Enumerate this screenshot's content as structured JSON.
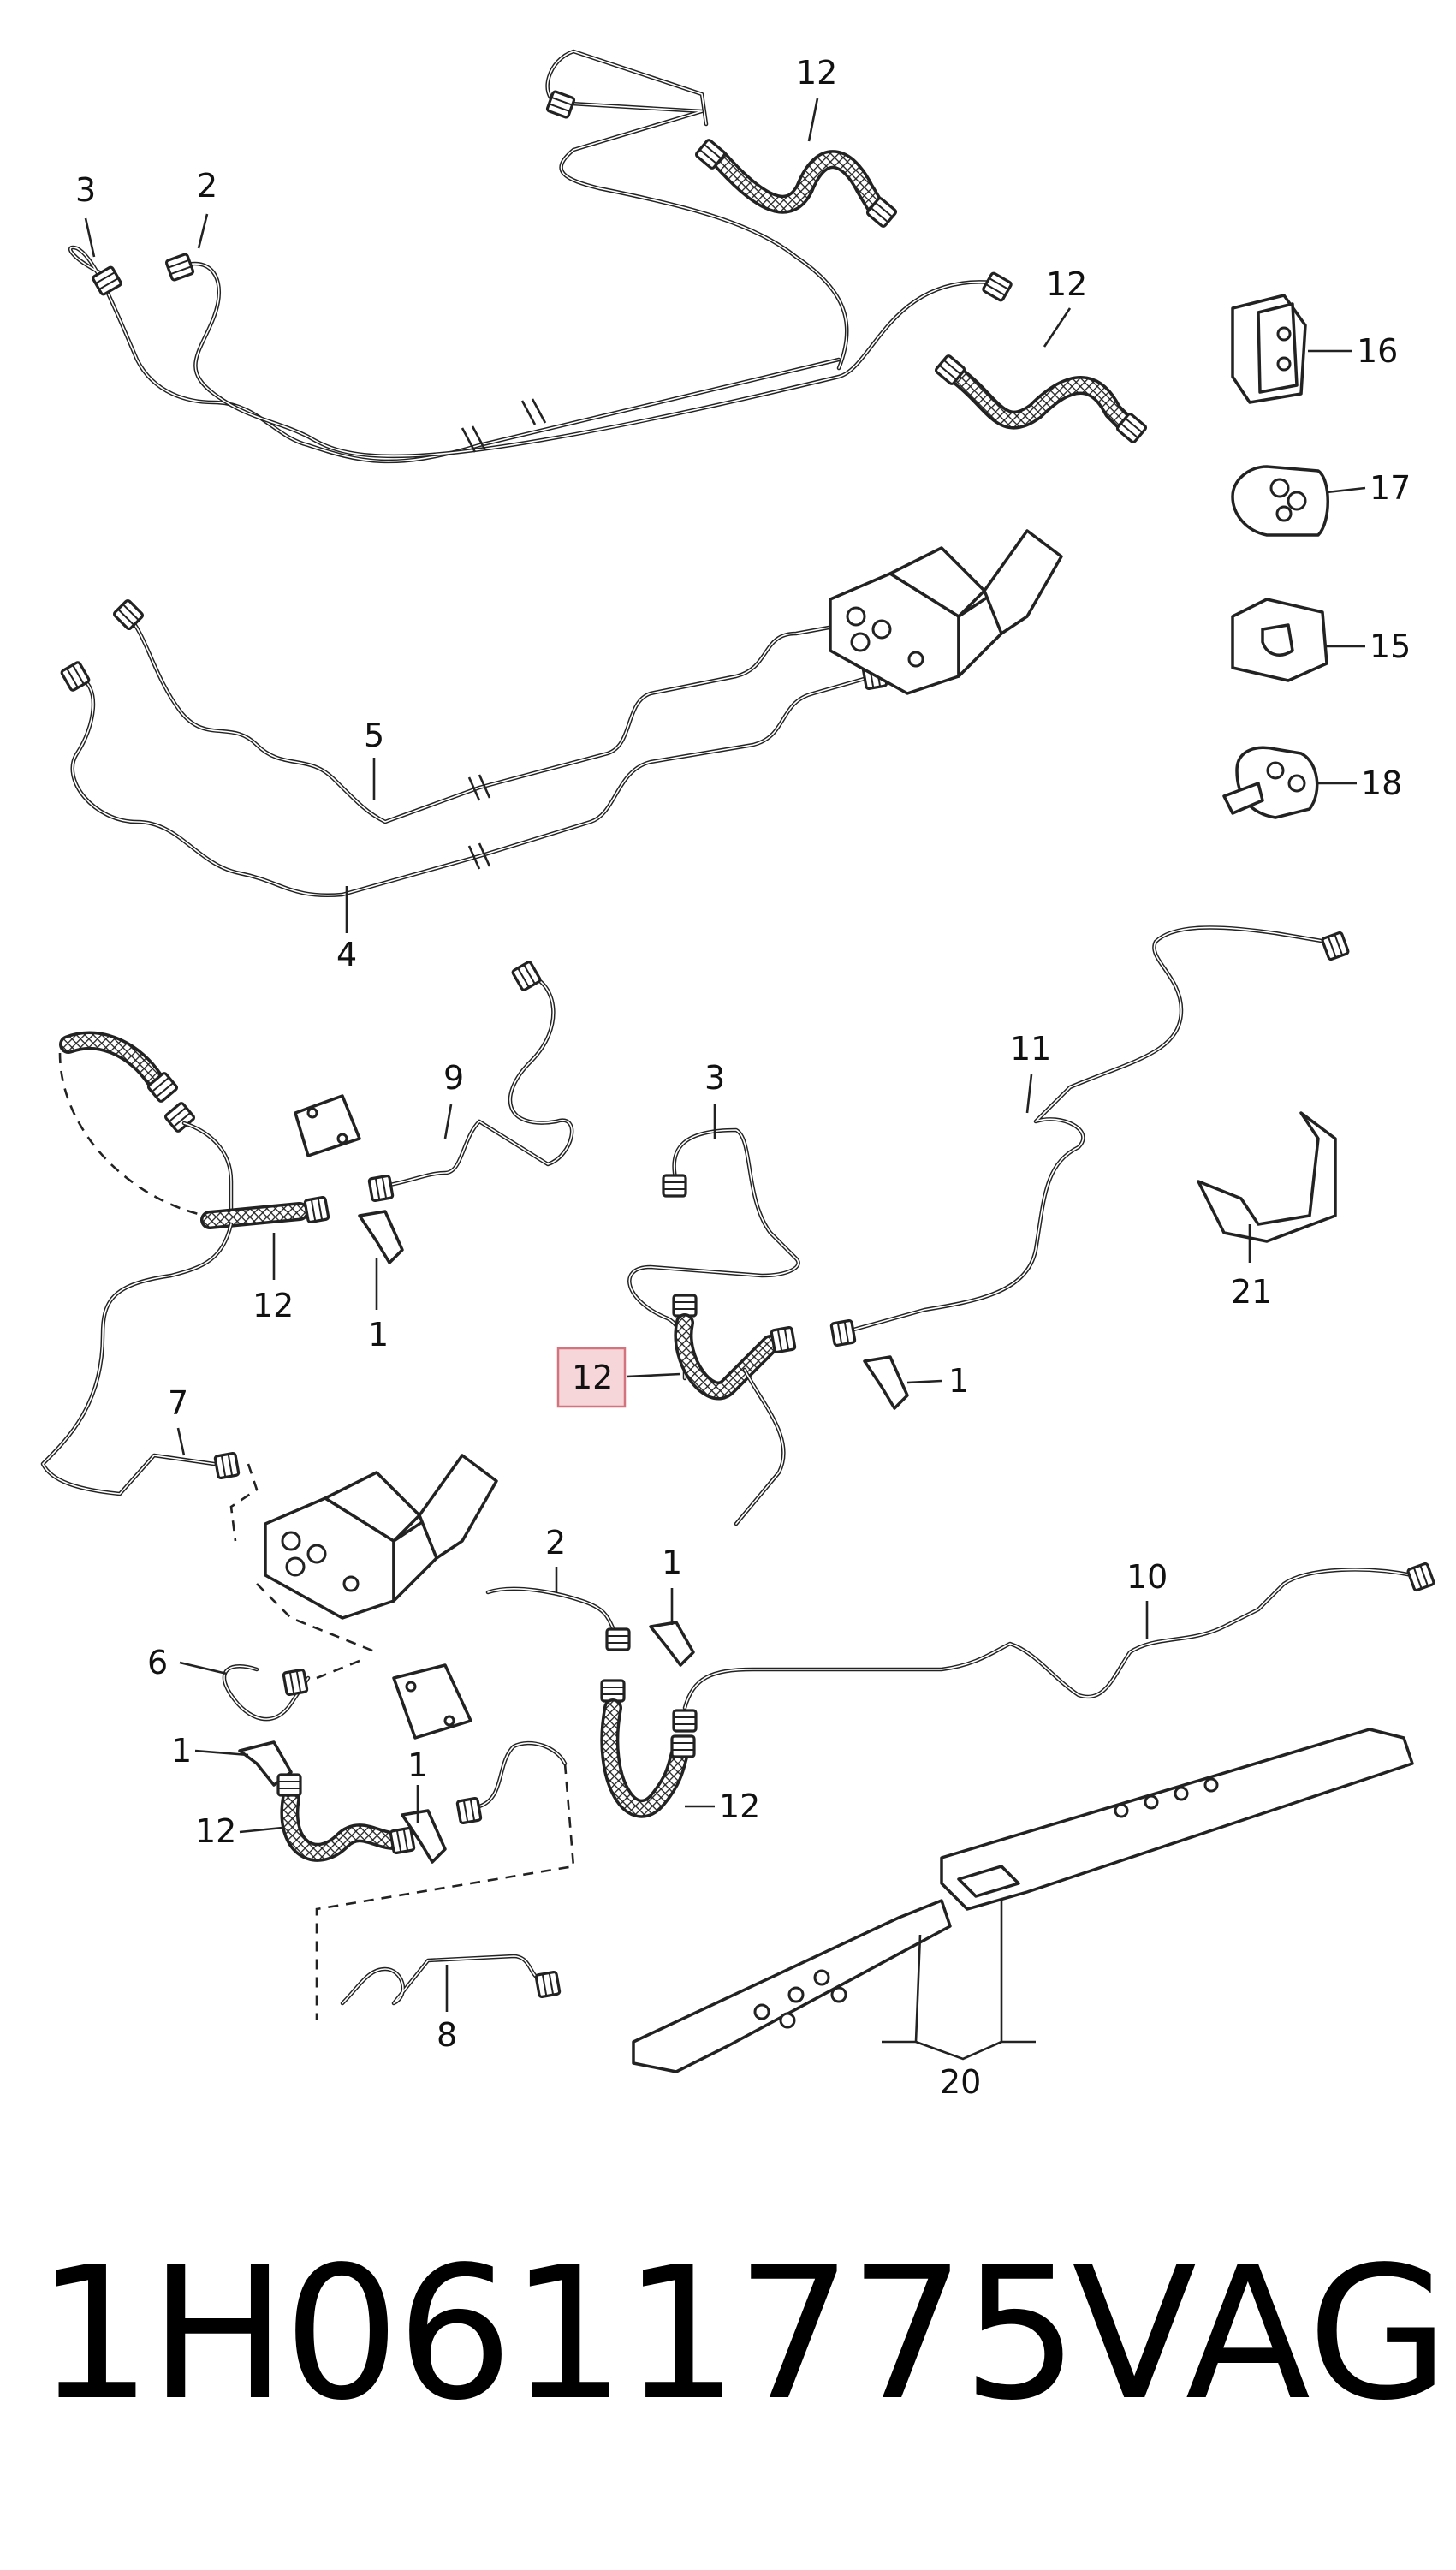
{
  "callouts": {
    "c_3a": "3",
    "c_2a": "2",
    "c_12a": "12",
    "c_12b": "12",
    "c_16": "16",
    "c_17": "17",
    "c_15": "15",
    "c_18": "18",
    "c_5": "5",
    "c_4": "4",
    "c_9": "9",
    "c_3b": "3",
    "c_11": "11",
    "c_21": "21",
    "c_12c": "12",
    "c_1a": "1",
    "c_12d": "12",
    "c_1b": "1",
    "c_7": "7",
    "c_2b": "2",
    "c_1c": "1",
    "c_10": "10",
    "c_6": "6",
    "c_1d": "1",
    "c_1e": "1",
    "c_12e": "12",
    "c_12f": "12",
    "c_8": "8",
    "c_20": "20"
  },
  "highlight_color": "#f6d6d9",
  "footer": {
    "part_number": "1H0611775",
    "brand": "VAG"
  }
}
